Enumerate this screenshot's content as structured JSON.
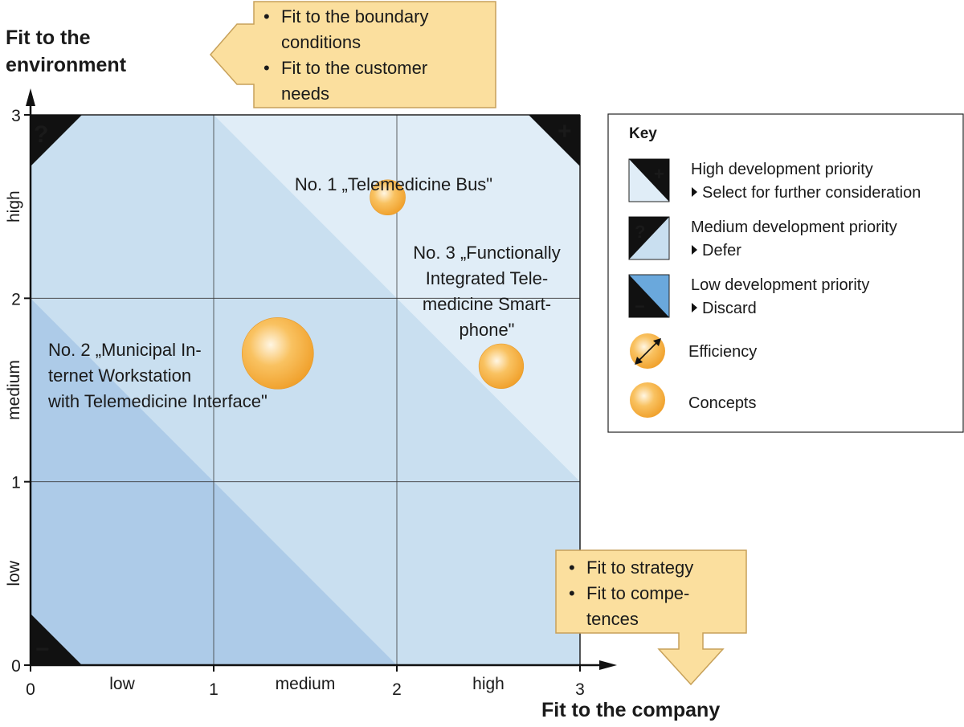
{
  "chart_data": {
    "type": "bubble",
    "x_axis": {
      "title": "Fit to the company",
      "range": [
        0,
        3
      ],
      "ticks": [
        "0",
        "1",
        "2",
        "3"
      ],
      "band_labels": [
        "low",
        "medium",
        "high"
      ]
    },
    "y_axis": {
      "title_lines": [
        "Fit to the",
        "environment"
      ],
      "range": [
        0,
        3
      ],
      "ticks": [
        "0",
        "1",
        "2",
        "3"
      ],
      "band_labels": [
        "low",
        "medium",
        "high"
      ]
    },
    "grid": true,
    "zones": [
      {
        "name": "High development priority",
        "symbol": "+",
        "corner": "top-right",
        "color": "#e0edf7"
      },
      {
        "name": "Medium development priority",
        "symbol": "?",
        "corner": "top-left",
        "color": "#c9dff0"
      },
      {
        "name": "Low development priority",
        "symbol": "−",
        "corner": "bottom-left",
        "color": "#adcbe8"
      }
    ],
    "series": [
      {
        "x": 1.95,
        "y": 2.55,
        "size": 1.0,
        "label_lines": [
          "No. 1 „Telemedicine Bus\""
        ]
      },
      {
        "x": 1.35,
        "y": 1.7,
        "size": 4.1,
        "label_lines": [
          "No. 2 „Municipal In-",
          "ternet Workstation",
          "with Telemedicine Interface\""
        ]
      },
      {
        "x": 2.57,
        "y": 1.63,
        "size": 1.6,
        "label_lines": [
          "No. 3 „Functionally",
          "Integrated Tele-",
          "medicine Smart-",
          "phone\""
        ]
      }
    ],
    "callouts": [
      {
        "name": "environment-callout",
        "items": [
          "Fit to the boundary",
          "conditions",
          "Fit to the customer",
          "needs"
        ],
        "bullets": [
          0,
          2
        ]
      },
      {
        "name": "company-callout",
        "items": [
          "Fit to  strategy",
          "Fit to compe-",
          "tences"
        ],
        "bullets": [
          0,
          1
        ]
      }
    ],
    "legend": {
      "title": "Key",
      "placement": "right",
      "entries": [
        {
          "line1": "High development priority",
          "line2": "Select for further consideration",
          "symbol": "+"
        },
        {
          "line1": "Medium development priority",
          "line2": "Defer",
          "symbol": "?"
        },
        {
          "line1": "Low development priority",
          "line2": "Discard",
          "symbol": "−"
        },
        {
          "line1": "Efficiency",
          "line2": ""
        },
        {
          "line1": "Concepts",
          "line2": ""
        }
      ]
    },
    "colors": {
      "zone_high": "#e0edf7",
      "zone_medium": "#c9dff0",
      "zone_low": "#adcbe8",
      "callout_fill": "#fbdf9e",
      "callout_stroke": "#c7a15a",
      "bubble": "#f4a530"
    }
  }
}
